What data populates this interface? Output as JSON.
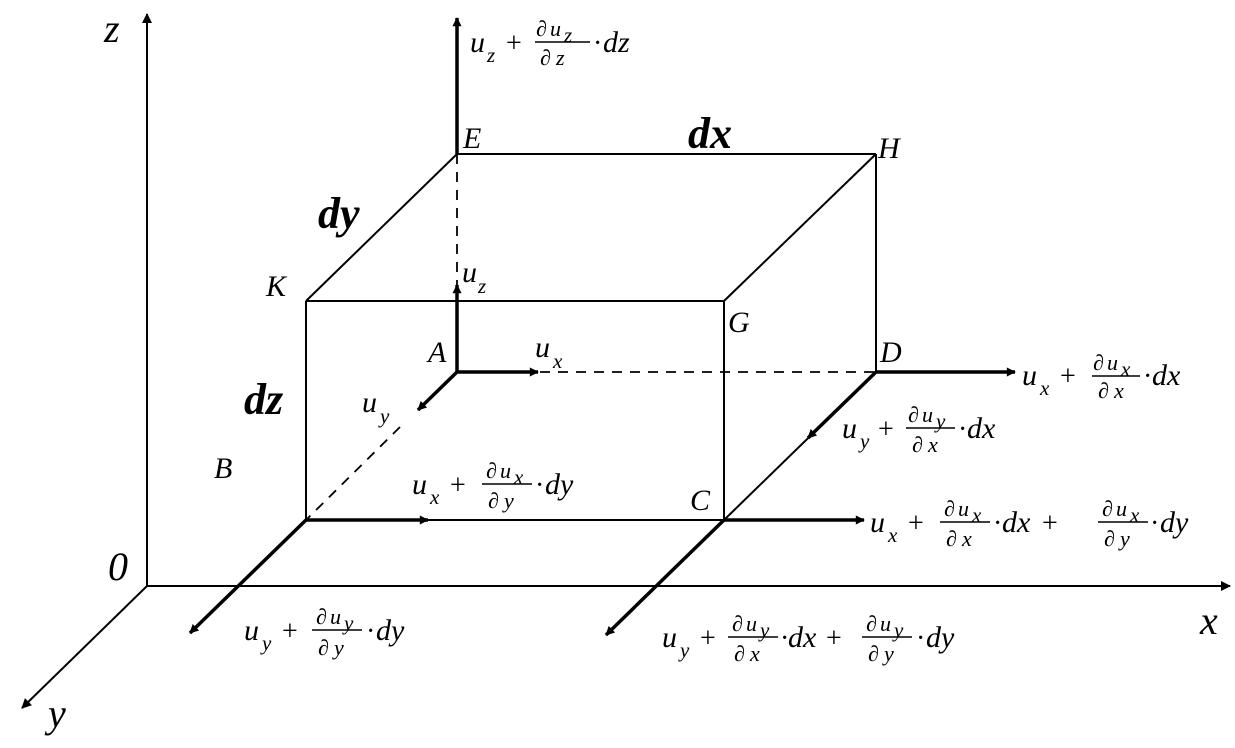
{
  "axes": {
    "x": "x",
    "y": "y",
    "z": "z",
    "origin": "0"
  },
  "points": {
    "A": "A",
    "B": "B",
    "C": "C",
    "D": "D",
    "E": "E",
    "G": "G",
    "H": "H",
    "K": "K"
  },
  "dimensions": {
    "dx": "dx",
    "dy": "dy",
    "dz": "dz"
  },
  "symbols": {
    "u": "u",
    "x": "x",
    "y": "y",
    "z": "z",
    "plus": "+",
    "dot": "·",
    "partial": "∂"
  },
  "labels": {
    "u_x": "u_x",
    "u_y": "u_y",
    "u_z": "u_z",
    "uz_top": "u_z + ∂u_z/∂z · dz",
    "ux_D": "u_x + ∂u_x/∂x · dx",
    "uy_D": "u_y + ∂u_y/∂x · dx",
    "ux_B": "u_x + ∂u_x/∂y · dy",
    "ux_C": "u_x + ∂u_x/∂x · dx + ∂u_x/∂y · dy",
    "uy_B": "u_y + ∂u_y/∂y · dy",
    "uy_C": "u_y + ∂u_y/∂x · dx + ∂u_y/∂y · dy"
  }
}
